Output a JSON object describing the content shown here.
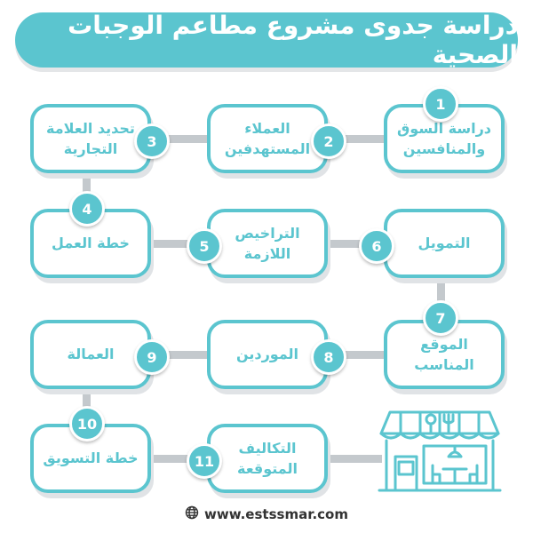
{
  "title": "دراسة جدوى مشروع مطاعم الوجبات الصحية",
  "steps": [
    {
      "number": "1",
      "label": "دراسة السوق\nوالمنافسين"
    },
    {
      "number": "2",
      "label": "العملاء\nالمستهدفين"
    },
    {
      "number": "3",
      "label": "تحديد العلامة\nالتجارية"
    },
    {
      "number": "4",
      "label": "خطة العمل"
    },
    {
      "number": "5",
      "label": "التراخيص\nاللازمة"
    },
    {
      "number": "6",
      "label": "التمويل"
    },
    {
      "number": "7",
      "label": "الموقع\nالمناسب"
    },
    {
      "number": "8",
      "label": "الموردين"
    },
    {
      "number": "9",
      "label": "العمالة"
    },
    {
      "number": "10",
      "label": "خطة التسويق"
    },
    {
      "number": "11",
      "label": "التكاليف\nالمتوقعة"
    }
  ],
  "illustration_icon": "restaurant-storefront-icon",
  "footer": {
    "icon": "globe-icon",
    "url": "www.estssmar.com"
  },
  "colors": {
    "accent": "#5bc5cf",
    "connector": "#c4c9cd",
    "shadow": "#e0e3e6"
  }
}
